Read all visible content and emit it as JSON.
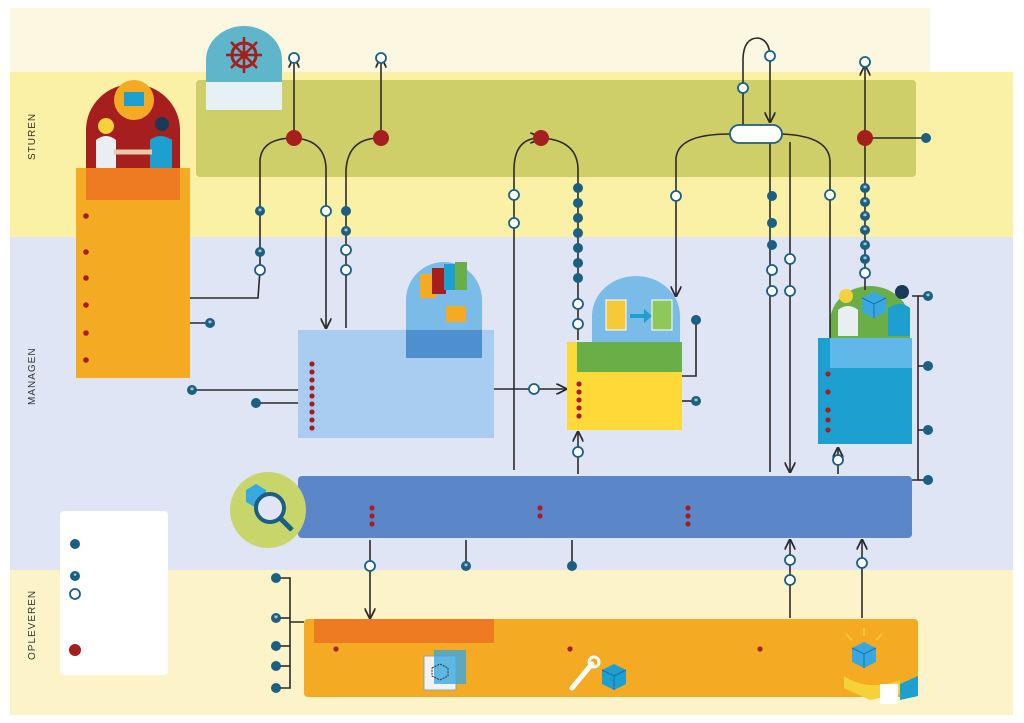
{
  "lanes": {
    "sturen": "STUREN",
    "managen": "MANAGEN",
    "opleveren": "OPLEVEREN"
  },
  "colors": {
    "sturen_band": "#fbf1a6",
    "managen_band": "#dfe5f5",
    "opleveren_band": "#fdf3c8",
    "top_band": "#fbf7e0",
    "olive_block": "#cfcf6a",
    "orange": "#f5aa24",
    "orange_dark": "#ee7a22",
    "light_blue": "#a9cdf0",
    "mid_blue": "#5b87c9",
    "yellow": "#fdda38",
    "green": "#6aae48",
    "teal": "#1d9fd0",
    "dark_red": "#a61e1e",
    "navy_dot": "#1b5f82",
    "line": "#2a2a2a"
  },
  "icons": [
    "helm-wheel-icon",
    "handshake-people-icon",
    "folders-icon",
    "document-transfer-icon",
    "team-cube-icon",
    "magnifier-cube-icon",
    "blueprint-cube-icon",
    "wrench-cube-icon",
    "delivered-cube-icon"
  ]
}
